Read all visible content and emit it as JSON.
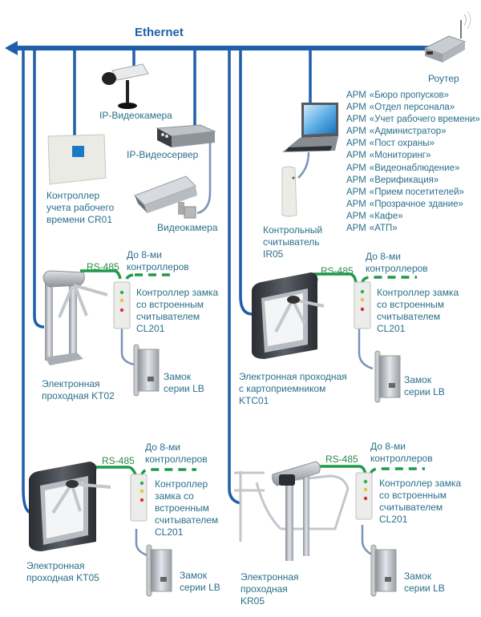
{
  "network": {
    "bus_label": "Ethernet",
    "colors": {
      "ethernet": "#1f5fa8",
      "rs485": "#1f9a4a",
      "cable": "#7a93b8",
      "label": "#2a6f8a"
    }
  },
  "router": {
    "label": "Роутер"
  },
  "ip_camera": {
    "label": "IP-Видеокамера"
  },
  "ip_videoserver": {
    "label": "IP-Видеосервер"
  },
  "videocamera": {
    "label": "Видеокамера"
  },
  "cr01": {
    "lines": [
      "Контроллер",
      "учета рабочего",
      "времени CR01"
    ]
  },
  "ir05": {
    "lines": [
      "Контрольный",
      "считыватель",
      "IR05"
    ]
  },
  "workstations": {
    "prefix": "АРМ",
    "items": [
      "«Бюро пропусков»",
      "«Отдел персонала»",
      "«Учет рабочего времени»",
      "«Администратор»",
      "«Пост охраны»",
      "«Мониторинг»",
      "«Видеонаблюдение»",
      "«Верификация»",
      "«Прием посетителей»",
      "«Прозрачное здание»",
      "«Кафе»",
      "«АТП»"
    ]
  },
  "groups": [
    {
      "rs485": "RS-485",
      "up_to": [
        "До 8-ми",
        "контроллеров"
      ],
      "controller": [
        "Контроллер замка",
        "со встроенным",
        "считывателем",
        "CL201"
      ],
      "lock": [
        "Замок",
        "серии LB"
      ],
      "turnstile": [
        "Электронная",
        "проходная KT02"
      ]
    },
    {
      "rs485": "RS-485",
      "up_to": [
        "До 8-ми",
        "контроллеров"
      ],
      "controller": [
        "Контроллер замка",
        "со встроенным",
        "считывателем",
        "CL201"
      ],
      "lock": [
        "Замок",
        "серии LB"
      ],
      "turnstile": [
        "Электронная проходная",
        "с картоприемником",
        "KTC01"
      ]
    },
    {
      "rs485": "RS-485",
      "up_to": [
        "До 8-ми",
        "контроллеров"
      ],
      "controller": [
        "Контроллер",
        "замка со",
        "встроенным",
        "считывателем",
        "CL201"
      ],
      "lock": [
        "Замок",
        "серии LB"
      ],
      "turnstile": [
        "Электронная",
        "проходная KT05"
      ]
    },
    {
      "rs485": "RS-485",
      "up_to": [
        "До 8-ми",
        "контроллеров"
      ],
      "controller": [
        "Контроллер замка",
        "со встроенным",
        "считывателем",
        "CL201"
      ],
      "lock": [
        "Замок",
        "серии LB"
      ],
      "turnstile": [
        "Электронная",
        "проходная",
        "KR05"
      ]
    }
  ]
}
